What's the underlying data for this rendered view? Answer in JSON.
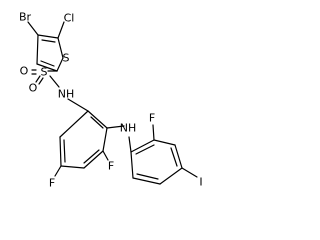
{
  "molecule": {
    "atom_labels": {
      "bromine": "Br",
      "chlorine": "Cl",
      "thiophene_sulfur": "S",
      "sulfonyl_sulfur": "S",
      "sulfonyl_oxygen_1": "O",
      "sulfonyl_oxygen_2": "O",
      "sulfonamide_nh": "NH",
      "amine_nh": "NH",
      "fluorine_ortho": "F",
      "fluorine_3": "F",
      "fluorine_4": "F",
      "iodine": "I"
    }
  }
}
